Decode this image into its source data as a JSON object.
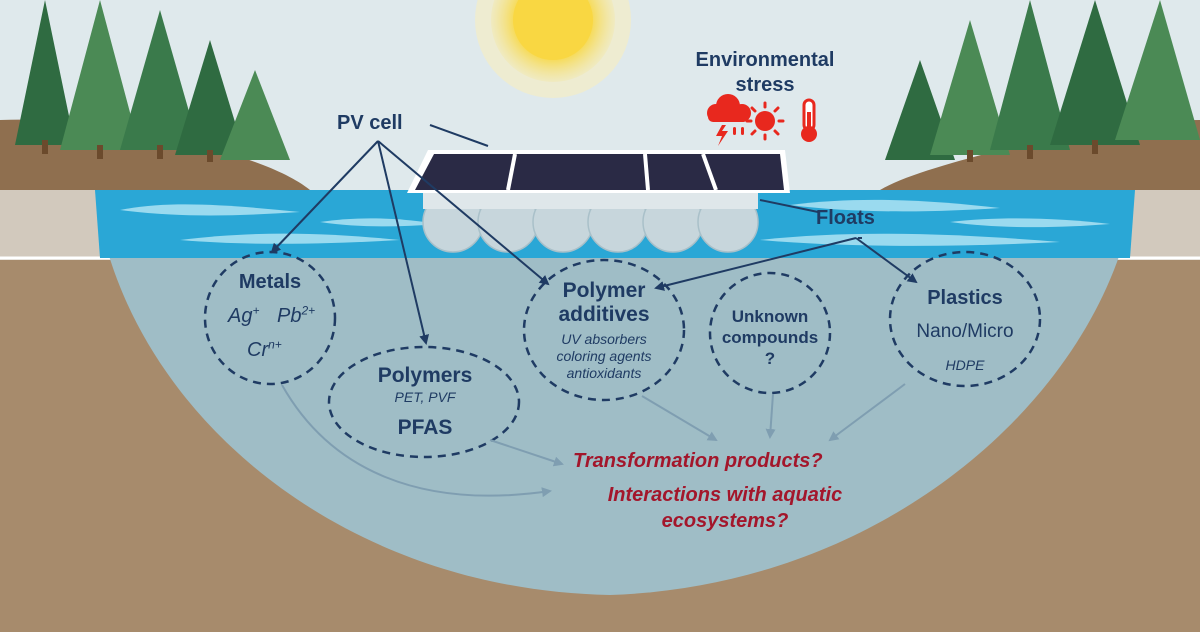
{
  "labels": {
    "pv_cell": "PV cell",
    "env_stress_line1": "Environmental",
    "env_stress_line2": "stress",
    "floats": "Floats"
  },
  "metals": {
    "title": "Metals",
    "ag": "Ag",
    "ag_sup": "+",
    "pb": "Pb",
    "pb_sup": "2+",
    "cr": "Cr",
    "cr_sup": "n+"
  },
  "polymers": {
    "title": "Polymers",
    "sub": "PET, PVF",
    "pfas": "PFAS"
  },
  "polymer_additives": {
    "title_line1": "Polymer",
    "title_line2": "additives",
    "item1": "UV absorbers",
    "item2": "coloring agents",
    "item3": "antioxidants"
  },
  "unknown": {
    "title_line1": "Unknown",
    "title_line2": "compounds",
    "mark": "?"
  },
  "plastics": {
    "title": "Plastics",
    "sub": "Nano/Micro",
    "item": "HDPE"
  },
  "questions": {
    "q1": "Transformation products?",
    "q2_line1": "Interactions with aquatic",
    "q2_line2": "ecosystems?"
  },
  "colors": {
    "navy": "#1f3b63",
    "question_red": "#a3162b",
    "icon_red": "#e8281e",
    "water": "#2aa7d6",
    "lake_body": "#9fbdc6",
    "soil": "#a78b6c",
    "sky": "#dfe9ec",
    "tree_green": "#3c7a4c",
    "sun": "#f7d94c",
    "panel": "#2a2a45"
  },
  "icons": [
    "storm-cloud-icon",
    "sun-heat-icon",
    "thermometer-icon"
  ]
}
